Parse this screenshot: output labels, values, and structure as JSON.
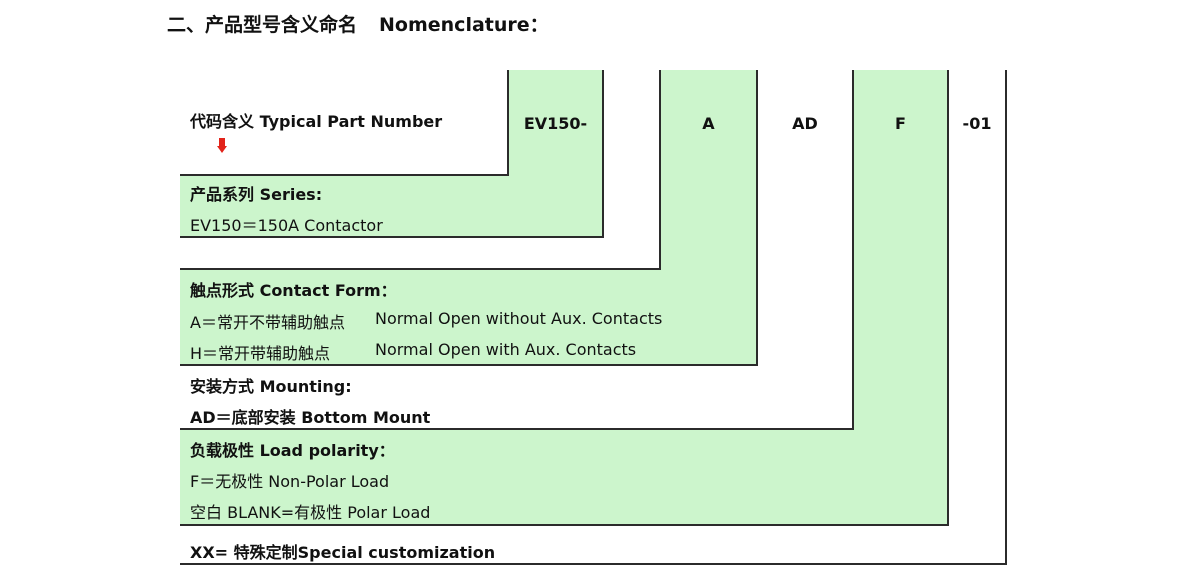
{
  "heading": {
    "cn": "二、产品型号含义命名",
    "en": "Nomenclature："
  },
  "header_label": "代码含义 Typical Part Number",
  "codes": [
    "EV150-",
    "A",
    "AD",
    "F",
    "-01"
  ],
  "series": {
    "title": "产品系列 Series:",
    "line1": "EV150＝150A Contactor"
  },
  "contact_form": {
    "title": "触点形式 Contact Form：",
    "opt1_cn": "A＝常开不带辅助触点",
    "opt1_en": "Normal Open without Aux. Contacts",
    "opt2_cn": "H＝常开带辅助触点",
    "opt2_en": "Normal Open with Aux. Contacts"
  },
  "mounting": {
    "title": "安装方式 Mounting:",
    "line1": "AD＝底部安装 Bottom Mount"
  },
  "polarity": {
    "title": "负载极性 Load polarity：",
    "line1": "F＝无极性 Non-Polar Load",
    "line2": "空白 BLANK=有极性 Polar Load"
  },
  "special": "XX= 特殊定制Special customization",
  "colors": {
    "green": "#ccf5cc",
    "line": "#2b2b2b",
    "arrow": "#e2231a"
  }
}
